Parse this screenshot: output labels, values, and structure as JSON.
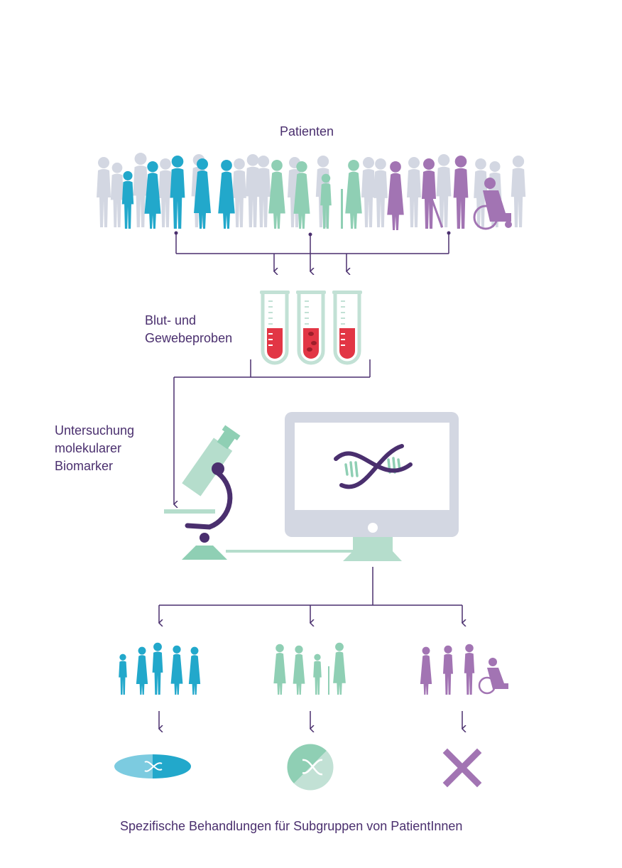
{
  "labels": {
    "patients": "Patienten",
    "samples_line1": "Blut- und",
    "samples_line2": "Gewebeproben",
    "analysis_line1": "Untersuchung",
    "analysis_line2": "molekularer",
    "analysis_line3": "Biomarker",
    "footer": "Spezifische Behandlungen für Subgruppen von PatientInnen"
  },
  "colors": {
    "grey_crowd": "#d3d7e2",
    "blue_group": "#22a8cb",
    "green_group": "#8fcfb4",
    "purple_group": "#a274b3",
    "arrow": "#4a2f6e",
    "tube_glass": "#c2e1d5",
    "blood": "#e23645",
    "blood_dark": "#9e1e2a",
    "microscope_light": "#b5ddcc",
    "microscope_dark": "#4a2f6e",
    "monitor_frame": "#d3d7e2",
    "dna_strand": "#4a2f6e",
    "dna_rungs": "#8fcfb4",
    "cross": "#a274b3"
  },
  "icons": {
    "patients": "crowd-of-people-icon",
    "tubes": "test-tube-icon",
    "microscope": "microscope-icon",
    "monitor": "computer-monitor-icon",
    "dna": "dna-helix-icon",
    "treatment_blue": "capsule-dna-icon",
    "treatment_green": "round-pill-dna-icon",
    "no_treatment": "cross-icon"
  }
}
